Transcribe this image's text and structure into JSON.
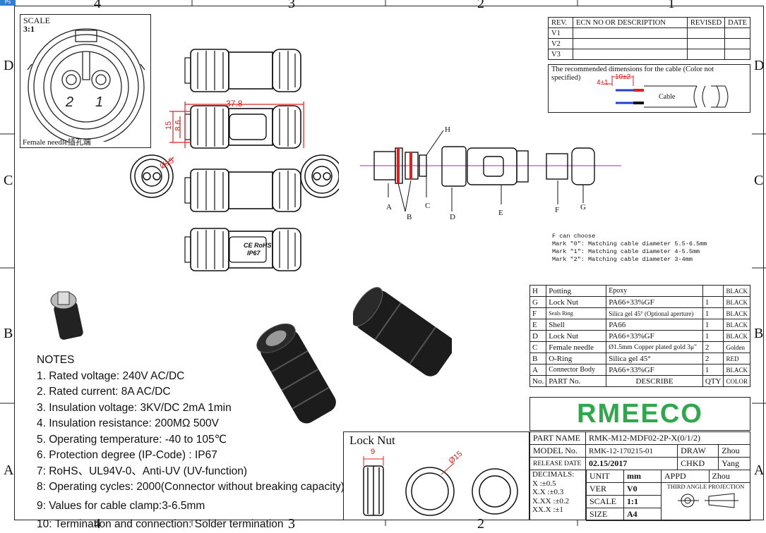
{
  "app_badge": "Ps",
  "grid": {
    "top_cols": [
      "4",
      "3",
      "2",
      "1"
    ],
    "bottom_cols": [
      "4",
      "3",
      "2"
    ],
    "rows": [
      "D",
      "C",
      "B",
      "A"
    ]
  },
  "scale_box": {
    "label": "SCALE",
    "value": "3:1",
    "caption": "Female needle插孔端",
    "pins": [
      "2",
      "1"
    ]
  },
  "dims": {
    "length": "37.8",
    "h1": "15",
    "h2": "8.6",
    "dia_front": "Ø15",
    "lock_nut_w": "9",
    "lock_nut_dia": "Ø15"
  },
  "front_marks": {
    "ce_rohs": "CE RoHS",
    "ip": "IP67"
  },
  "callouts": [
    "A",
    "B",
    "C",
    "D",
    "E",
    "F",
    "G",
    "H"
  ],
  "revision": {
    "headers": [
      "REV.",
      "ECN NO OR DESCRIPTION",
      "REVISED",
      "DATE"
    ],
    "rows": [
      "V1",
      "V2",
      "V3"
    ]
  },
  "cable_note": {
    "text": "The recommended dimensions for the cable (Color not specified)",
    "dim_a": "4±1",
    "dim_b": "10±2",
    "cable_label": "Cable"
  },
  "f_note": [
    "F can choose",
    "Mark \"0\": Matching cable diameter 5.5-6.5mm",
    "Mark \"1\": Matching cable diameter 4-5.5mm",
    "Mark \"2\": Matching cable diameter 3-4mm"
  ],
  "bom": {
    "rows": [
      {
        "no": "H",
        "part": "Potting",
        "desc": "Epoxy",
        "qty": "",
        "color": "BLACK"
      },
      {
        "no": "G",
        "part": "Lock Nut",
        "desc": "PA66+33%GF",
        "qty": "1",
        "color": "BLACK"
      },
      {
        "no": "F",
        "part": "Seals Ring",
        "desc": "Silica gel 45°  (Optional aperture)",
        "qty": "1",
        "color": "BLACK"
      },
      {
        "no": "E",
        "part": "Shell",
        "desc": "PA66",
        "qty": "1",
        "color": "BLACK"
      },
      {
        "no": "D",
        "part": "Lock Nut",
        "desc": "PA66+33%GF",
        "qty": "1",
        "color": "BLACK"
      },
      {
        "no": "C",
        "part": "Female needle",
        "desc": "Ø1.5mm Copper plated gold 3μ\"",
        "qty": "2",
        "color": "Golden"
      },
      {
        "no": "B",
        "part": "O-Ring",
        "desc": "Silica gel 45°",
        "qty": "2",
        "color": "RED"
      },
      {
        "no": "A",
        "part": "Connector Body",
        "desc": "PA66+33%GF",
        "qty": "1",
        "color": "BLACK"
      }
    ],
    "header": {
      "no": "No.",
      "part": "PART No.",
      "desc": "DESCRIBE",
      "qty": "QTY",
      "color": "COLOR"
    }
  },
  "logo": "RMEECO",
  "logo_color": "#2ea84a",
  "logo_accent": "#e0302a",
  "title_block": {
    "part_name_label": "PART NAME",
    "part_name": "RMK-M12-MDF02-2P-X(0/1/2)",
    "model_label": "MODEL No.",
    "model": "RMK-12-170215-01",
    "draw_label": "DRAW",
    "draw": "Zhou",
    "release_label": "RELEASE DATE",
    "release": "02.15/2017",
    "chkd_label": "CHKD",
    "chkd": "Yang",
    "decimals_label": "DECIMALS:",
    "tolerances": [
      "X    :±0.5",
      "X.X   :±0.3",
      "X.XX  :±0.2",
      "XX.X  :±1"
    ],
    "unit_label": "UNIT",
    "unit": "mm",
    "appd_label": "APPD",
    "appd": "Zhou",
    "ver_label": "VER",
    "ver": "V0",
    "projection": "THIRD ANGLE PROJECTION",
    "scale_label": "SCALE",
    "scale": "1:1",
    "size_label": "SIZE",
    "size": "A4"
  },
  "lock_nut_title": "Lock Nut",
  "notes": {
    "title": "NOTES",
    "items": [
      "1. Rated voltage: 240V AC/DC",
      "2. Rated current: 8A AC/DC",
      "3. Insulation voltage: 3KV/DC 2mA 1min",
      "4. Insulation resistance: 200MΩ 500V",
      "5. Operating temperature: -40 to 105℃",
      "6. Protection degree (IP-Code) : IP67",
      "7: RoHS、UL94V-0、Anti-UV (UV-function)",
      "8: Operating cycles: 2000(Connector without breaking capacity)",
      "9: Values for cable clamp:3-6.5mm",
      "10: Termination and connection: Solder termination"
    ]
  }
}
